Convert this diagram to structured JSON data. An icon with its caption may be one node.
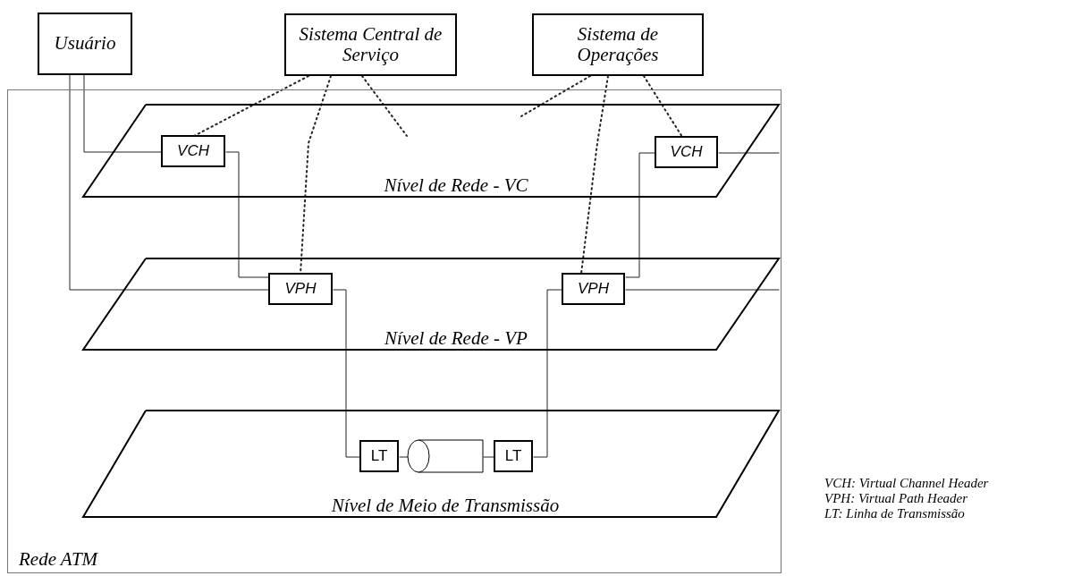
{
  "diagram": {
    "nodes": [
      {
        "text": [
          "Usuário"
        ]
      },
      {
        "text": [
          "Sistema Central de Serviço"
        ]
      },
      {
        "text": [
          "Sistema de Operações"
        ]
      },
      {
        "text": [
          "Rede ATM"
        ]
      },
      {
        "text": [
          "Nível de Rede - VC"
        ],
        "in": 3
      },
      {
        "text": [
          "VCH"
        ],
        "in": 4
      },
      {
        "text": [
          "VCH"
        ],
        "in": 4
      },
      {
        "text": [
          "Nível de Rede - VP"
        ],
        "in": 3
      },
      {
        "text": [
          "VPH"
        ],
        "in": 7
      },
      {
        "text": [
          "VPH"
        ],
        "in": 7
      },
      {
        "text": [
          "Nível de Meio de Transmissão"
        ],
        "in": 3
      },
      {
        "text": [
          "LT"
        ],
        "in": 10
      },
      {
        "text": [],
        "shape": "cylinder",
        "in": 10
      },
      {
        "text": [
          "LT"
        ],
        "in": 10
      }
    ],
    "edges": [
      {
        "from": 0,
        "to": 5,
        "arrow": "none"
      },
      {
        "from": 0,
        "to": 8,
        "arrow": "none"
      },
      {
        "from": 5,
        "to": 8,
        "arrow": "none"
      },
      {
        "from": 8,
        "to": 11,
        "arrow": "none"
      },
      {
        "from": 11,
        "to": 12,
        "arrow": "none"
      },
      {
        "from": 12,
        "to": 13,
        "arrow": "none"
      },
      {
        "from": 13,
        "to": 9,
        "arrow": "none"
      },
      {
        "from": 9,
        "to": 6,
        "arrow": "none"
      },
      {
        "from": 6,
        "to": null,
        "arrow": "none"
      },
      {
        "from": 9,
        "to": null,
        "arrow": "none"
      },
      {
        "from": 1,
        "to": 5,
        "arrow": "none",
        "style": "dashed"
      },
      {
        "from": 1,
        "to": 8,
        "arrow": "none",
        "style": "dashed"
      },
      {
        "from": 1,
        "to": 4,
        "arrow": "none",
        "style": "dashed"
      },
      {
        "from": 2,
        "to": 4,
        "arrow": "none",
        "style": "dashed"
      },
      {
        "from": 2,
        "to": 9,
        "arrow": "none",
        "style": "dashed"
      },
      {
        "from": 2,
        "to": 6,
        "arrow": "none",
        "style": "dashed"
      }
    ],
    "labels": [
      "VCH: Virtual Channel Header",
      "VPH: Virtual Path Header",
      "LT: Linha de Transmissão"
    ]
  }
}
